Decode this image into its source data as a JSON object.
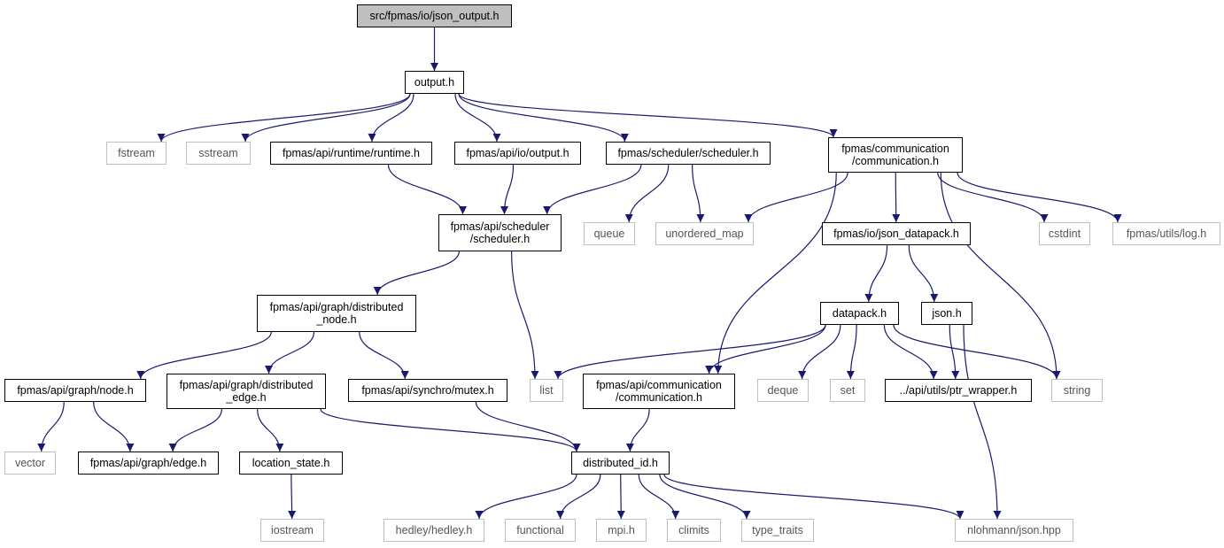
{
  "diagram": {
    "colors": {
      "edge": "#191970",
      "root_fill": "#bfbfbf",
      "external_border": "#bfbfbf",
      "internal_border": "#000000"
    },
    "nodes": {
      "json_output_h": {
        "lines": [
          "src/fpmas/io/json_output.h"
        ],
        "kind": "root"
      },
      "output_h": {
        "lines": [
          "output.h"
        ],
        "kind": "internal"
      },
      "fstream": {
        "lines": [
          "fstream"
        ],
        "kind": "external"
      },
      "sstream": {
        "lines": [
          "sstream"
        ],
        "kind": "external"
      },
      "runtime_h": {
        "lines": [
          "fpmas/api/runtime/runtime.h"
        ],
        "kind": "internal"
      },
      "api_io_output_h": {
        "lines": [
          "fpmas/api/io/output.h"
        ],
        "kind": "internal"
      },
      "scheduler_scheduler_h": {
        "lines": [
          "fpmas/scheduler/scheduler.h"
        ],
        "kind": "internal"
      },
      "communication_h": {
        "lines": [
          "fpmas/communication",
          "/communication.h"
        ],
        "kind": "internal"
      },
      "api_scheduler_h": {
        "lines": [
          "fpmas/api/scheduler",
          "/scheduler.h"
        ],
        "kind": "internal"
      },
      "queue": {
        "lines": [
          "queue"
        ],
        "kind": "external"
      },
      "unordered_map": {
        "lines": [
          "unordered_map"
        ],
        "kind": "external"
      },
      "json_datapack_h": {
        "lines": [
          "fpmas/io/json_datapack.h"
        ],
        "kind": "internal"
      },
      "cstdint": {
        "lines": [
          "cstdint"
        ],
        "kind": "external"
      },
      "log_h": {
        "lines": [
          "fpmas/utils/log.h"
        ],
        "kind": "external"
      },
      "distributed_node_h": {
        "lines": [
          "fpmas/api/graph/distributed",
          "_node.h"
        ],
        "kind": "internal"
      },
      "datapack_h": {
        "lines": [
          "datapack.h"
        ],
        "kind": "internal"
      },
      "json_h": {
        "lines": [
          "json.h"
        ],
        "kind": "internal"
      },
      "node_h": {
        "lines": [
          "fpmas/api/graph/node.h"
        ],
        "kind": "internal"
      },
      "distributed_edge_h": {
        "lines": [
          "fpmas/api/graph/distributed",
          "_edge.h"
        ],
        "kind": "internal"
      },
      "mutex_h": {
        "lines": [
          "fpmas/api/synchro/mutex.h"
        ],
        "kind": "internal"
      },
      "list": {
        "lines": [
          "list"
        ],
        "kind": "external"
      },
      "api_communication_h": {
        "lines": [
          "fpmas/api/communication",
          "/communication.h"
        ],
        "kind": "internal"
      },
      "deque": {
        "lines": [
          "deque"
        ],
        "kind": "external"
      },
      "set": {
        "lines": [
          "set"
        ],
        "kind": "external"
      },
      "ptr_wrapper_h": {
        "lines": [
          "../api/utils/ptr_wrapper.h"
        ],
        "kind": "internal"
      },
      "string": {
        "lines": [
          "string"
        ],
        "kind": "external"
      },
      "vector": {
        "lines": [
          "vector"
        ],
        "kind": "external"
      },
      "edge_h": {
        "lines": [
          "fpmas/api/graph/edge.h"
        ],
        "kind": "internal"
      },
      "location_state_h": {
        "lines": [
          "location_state.h"
        ],
        "kind": "internal"
      },
      "distributed_id_h": {
        "lines": [
          "distributed_id.h"
        ],
        "kind": "internal"
      },
      "iostream": {
        "lines": [
          "iostream"
        ],
        "kind": "external"
      },
      "hedley_h": {
        "lines": [
          "hedley/hedley.h"
        ],
        "kind": "external"
      },
      "functional": {
        "lines": [
          "functional"
        ],
        "kind": "external"
      },
      "mpi_h": {
        "lines": [
          "mpi.h"
        ],
        "kind": "external"
      },
      "climits": {
        "lines": [
          "climits"
        ],
        "kind": "external"
      },
      "type_traits": {
        "lines": [
          "type_traits"
        ],
        "kind": "external"
      },
      "nlohmann_json_hpp": {
        "lines": [
          "nlohmann/json.hpp"
        ],
        "kind": "external"
      }
    },
    "edges": [
      [
        "json_output_h",
        "output_h"
      ],
      [
        "output_h",
        "fstream"
      ],
      [
        "output_h",
        "sstream"
      ],
      [
        "output_h",
        "runtime_h"
      ],
      [
        "output_h",
        "api_io_output_h"
      ],
      [
        "output_h",
        "scheduler_scheduler_h"
      ],
      [
        "output_h",
        "communication_h"
      ],
      [
        "runtime_h",
        "api_scheduler_h"
      ],
      [
        "api_io_output_h",
        "api_scheduler_h"
      ],
      [
        "scheduler_scheduler_h",
        "api_scheduler_h"
      ],
      [
        "scheduler_scheduler_h",
        "queue"
      ],
      [
        "scheduler_scheduler_h",
        "unordered_map"
      ],
      [
        "communication_h",
        "unordered_map"
      ],
      [
        "communication_h",
        "json_datapack_h"
      ],
      [
        "communication_h",
        "cstdint"
      ],
      [
        "communication_h",
        "log_h"
      ],
      [
        "communication_h",
        "string"
      ],
      [
        "communication_h",
        "api_communication_h"
      ],
      [
        "api_scheduler_h",
        "distributed_node_h"
      ],
      [
        "api_scheduler_h",
        "list"
      ],
      [
        "json_datapack_h",
        "datapack_h"
      ],
      [
        "json_datapack_h",
        "json_h"
      ],
      [
        "distributed_node_h",
        "node_h"
      ],
      [
        "distributed_node_h",
        "distributed_edge_h"
      ],
      [
        "distributed_node_h",
        "mutex_h"
      ],
      [
        "datapack_h",
        "list"
      ],
      [
        "datapack_h",
        "api_communication_h"
      ],
      [
        "datapack_h",
        "deque"
      ],
      [
        "datapack_h",
        "set"
      ],
      [
        "datapack_h",
        "ptr_wrapper_h"
      ],
      [
        "datapack_h",
        "string"
      ],
      [
        "json_h",
        "ptr_wrapper_h"
      ],
      [
        "json_h",
        "nlohmann_json_hpp"
      ],
      [
        "node_h",
        "vector"
      ],
      [
        "node_h",
        "edge_h"
      ],
      [
        "distributed_edge_h",
        "edge_h"
      ],
      [
        "distributed_edge_h",
        "location_state_h"
      ],
      [
        "distributed_edge_h",
        "distributed_id_h"
      ],
      [
        "mutex_h",
        "distributed_id_h"
      ],
      [
        "api_communication_h",
        "distributed_id_h"
      ],
      [
        "location_state_h",
        "iostream"
      ],
      [
        "distributed_id_h",
        "hedley_h"
      ],
      [
        "distributed_id_h",
        "functional"
      ],
      [
        "distributed_id_h",
        "mpi_h"
      ],
      [
        "distributed_id_h",
        "climits"
      ],
      [
        "distributed_id_h",
        "type_traits"
      ],
      [
        "distributed_id_h",
        "nlohmann_json_hpp"
      ]
    ]
  }
}
